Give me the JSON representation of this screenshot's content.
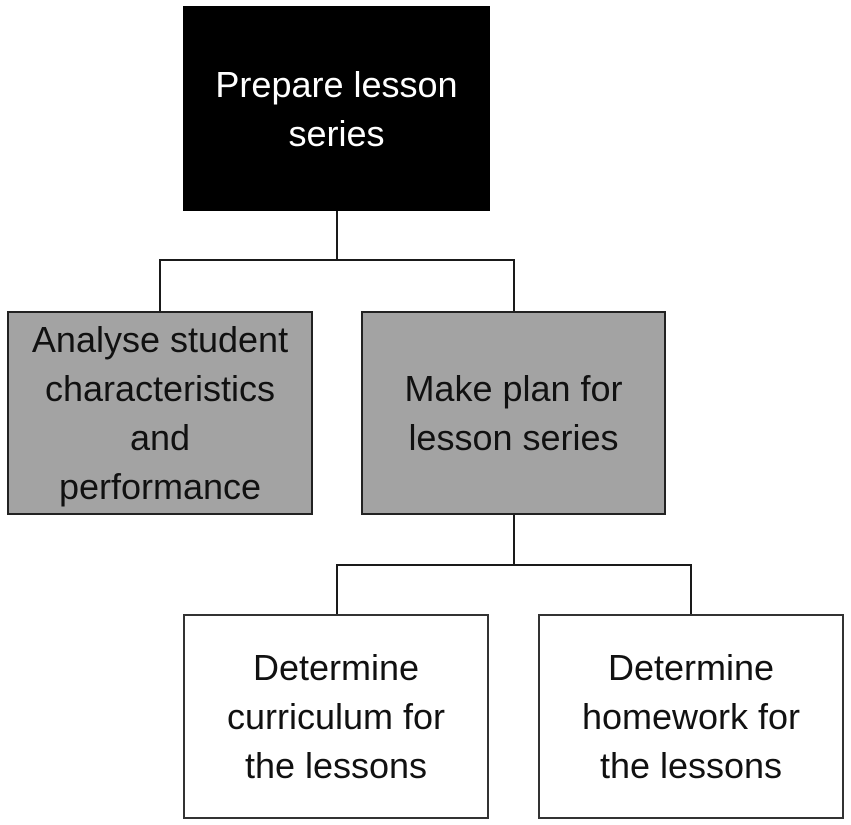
{
  "diagram": {
    "root": {
      "label": "Prepare lesson\nseries"
    },
    "level1": [
      {
        "label": "Analyse student\ncharacteristics\nand\nperformance"
      },
      {
        "label": "Make plan for\nlesson series"
      }
    ],
    "level2": [
      {
        "label": "Determine\ncurriculum for\nthe lessons"
      },
      {
        "label": "Determine\nhomework for\nthe lessons"
      }
    ],
    "colors": {
      "root_fill": "#000000",
      "root_text": "#ffffff",
      "mid_fill": "#a3a3a3",
      "leaf_fill": "#ffffff",
      "line": "#1a1a1a"
    }
  }
}
